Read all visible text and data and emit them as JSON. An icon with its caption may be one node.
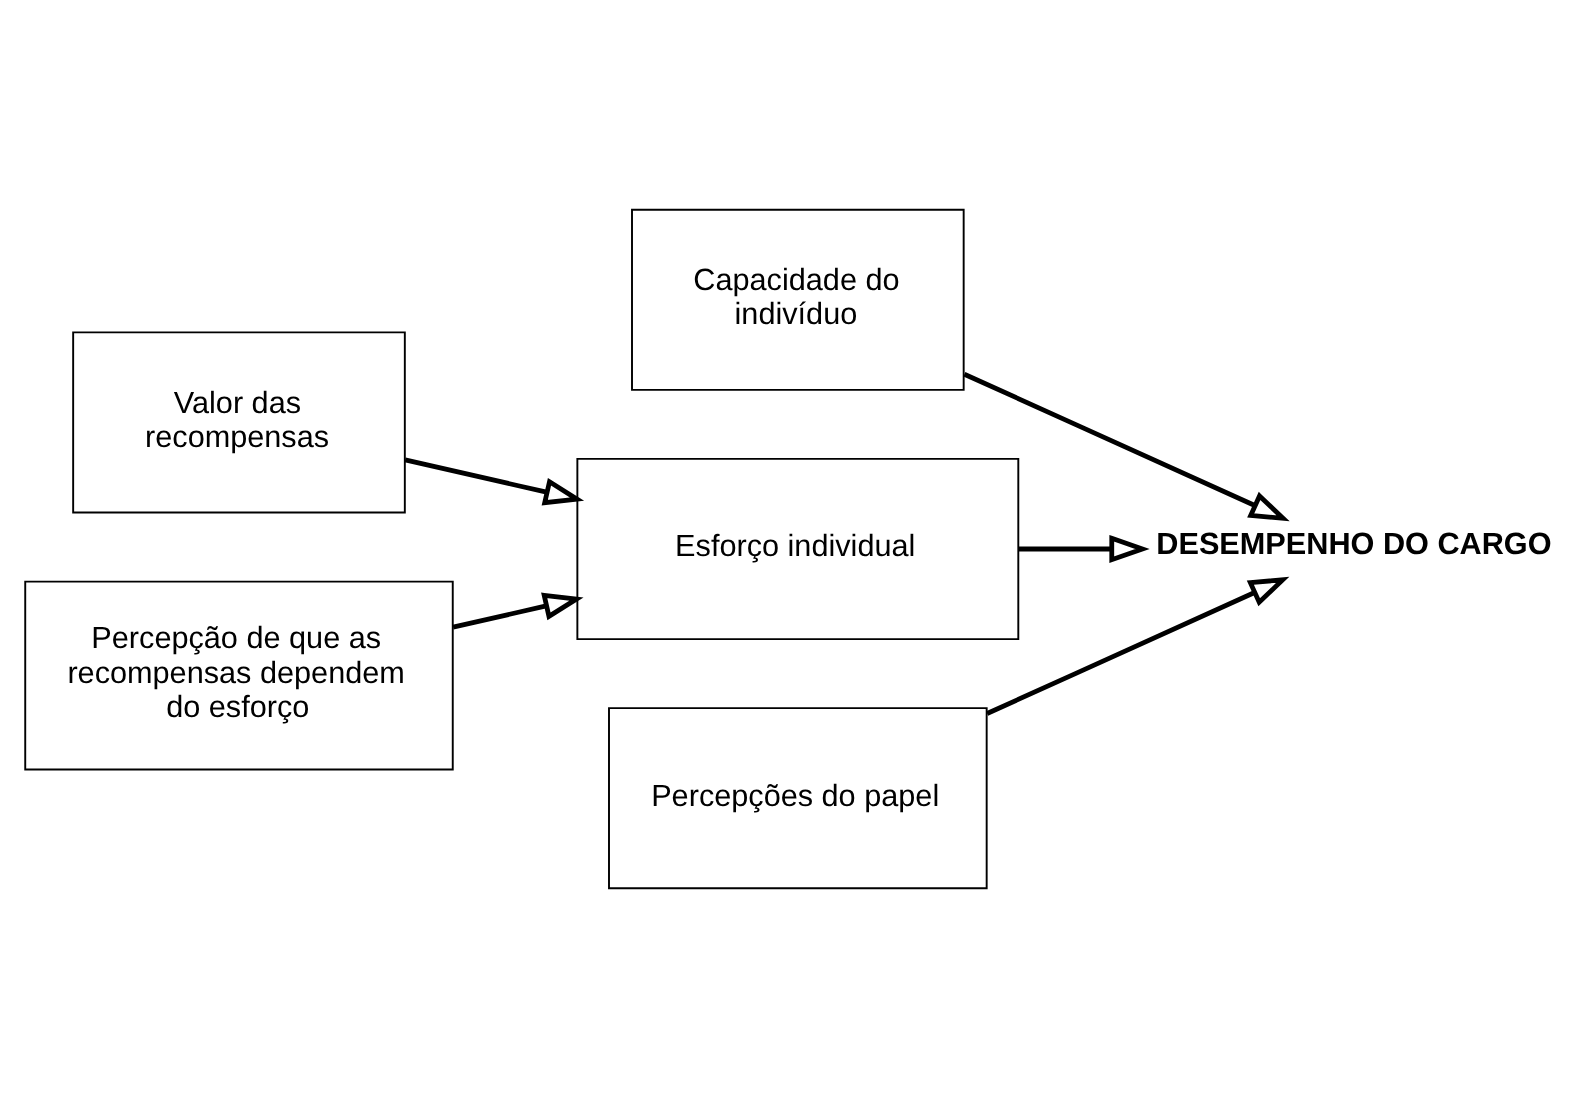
{
  "diagram": {
    "nodes": [
      {
        "text": [
          "Valor das recompensas"
        ]
      },
      {
        "text": [
          "Capacidade do indivíduo"
        ]
      },
      {
        "text": [
          "Esforço individual"
        ]
      },
      {
        "text": [
          "DESEMPENHO DO CARGO"
        ]
      },
      {
        "text": [
          "Percepção de que as recompensas dependem do esforço"
        ]
      },
      {
        "text": [
          "Percepções do papel"
        ]
      }
    ],
    "edges": [
      {
        "from": 0,
        "to": 2,
        "arrow": "to"
      },
      {
        "from": 4,
        "to": 2,
        "arrow": "to"
      },
      {
        "from": 1,
        "to": 3,
        "arrow": "to"
      },
      {
        "from": 2,
        "to": 3,
        "arrow": "to"
      },
      {
        "from": 5,
        "to": 3,
        "arrow": "to"
      }
    ]
  }
}
